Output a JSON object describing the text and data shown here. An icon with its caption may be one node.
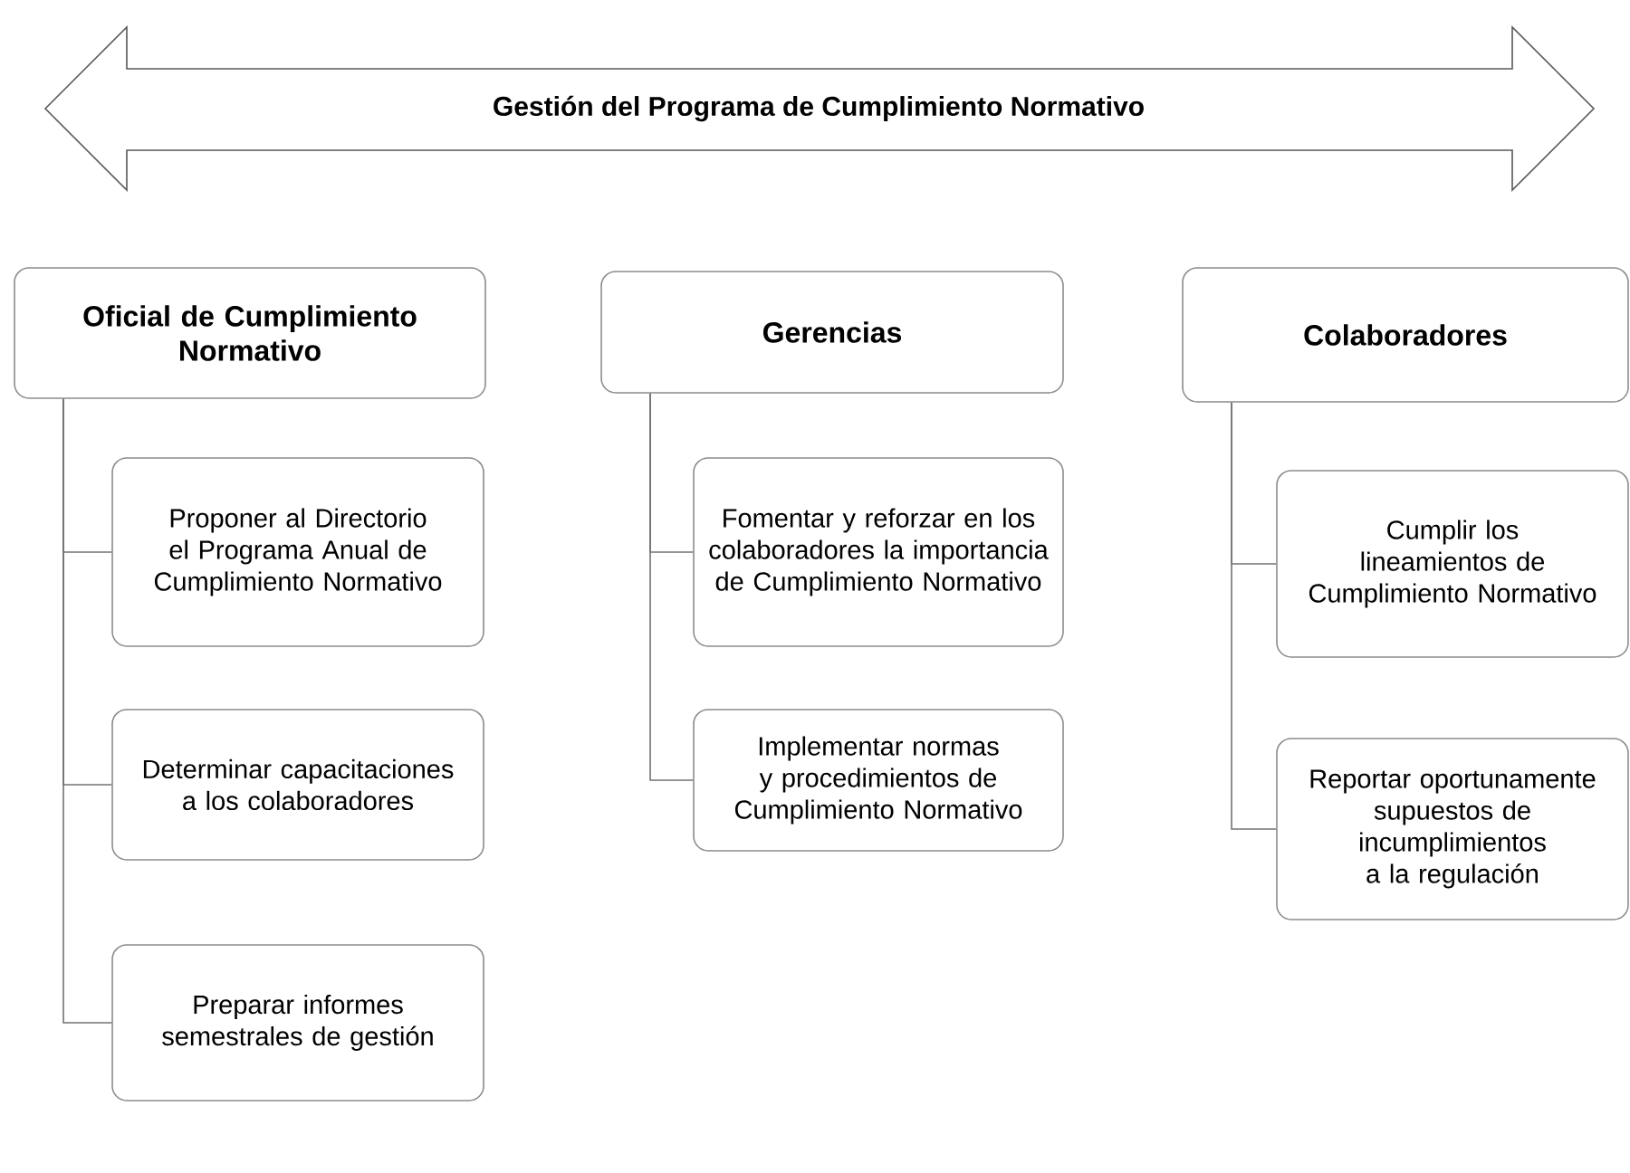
{
  "diagram": {
    "nodes": [
      {
        "text": [
          "Gestión del Programa de Cumplimiento Normativo"
        ]
      },
      {
        "text": [
          "Oficial de Cumplimiento Normativo"
        ]
      },
      {
        "text": [
          "Proponer al Directorio el Programa Anual de Cumplimiento Normativo"
        ]
      },
      {
        "text": [
          "Determinar capacitaciones a los colaboradores"
        ]
      },
      {
        "text": [
          "Preparar informes semestrales de gestión"
        ]
      },
      {
        "text": [
          "Gerencias"
        ]
      },
      {
        "text": [
          "Fomentar y reforzar en los colaboradores la importancia de Cumplimiento Normativo"
        ]
      },
      {
        "text": [
          "Implementar normas y procedimientos de Cumplimiento Normativo"
        ]
      },
      {
        "text": [
          "Colaboradores"
        ]
      },
      {
        "text": [
          "Cumplir los lineamientos de Cumplimiento Normativo"
        ]
      },
      {
        "text": [
          "Reportar oportunamente supuestos de incumplimientos a la regulación"
        ]
      }
    ],
    "edges": [
      {
        "from": 1,
        "to": 2,
        "arrow": "none"
      },
      {
        "from": 1,
        "to": 3,
        "arrow": "none"
      },
      {
        "from": 1,
        "to": 4,
        "arrow": "none"
      },
      {
        "from": 5,
        "to": 6,
        "arrow": "none"
      },
      {
        "from": 5,
        "to": 7,
        "arrow": "none"
      },
      {
        "from": 8,
        "to": 9,
        "arrow": "none"
      },
      {
        "from": 8,
        "to": 10,
        "arrow": "none"
      }
    ]
  }
}
